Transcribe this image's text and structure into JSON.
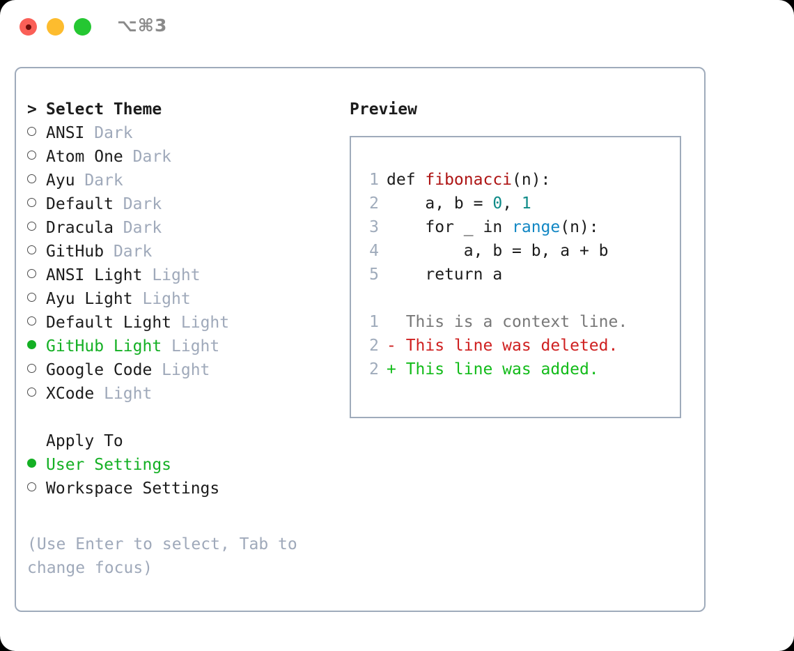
{
  "window": {
    "title": "⌥⌘3",
    "traffic_lights": [
      "close-red",
      "minimize-yellow",
      "maximize-green"
    ],
    "colors": {
      "red": "#fa5f57",
      "yellow": "#fdbc2e",
      "green": "#25c732",
      "border": "#9fabbb",
      "accent_green": "#14b024",
      "muted": "#9fa9ba"
    }
  },
  "theme_list": {
    "header": "Select Theme",
    "header_marker": ">",
    "items": [
      {
        "name": "ANSI",
        "variant": "Dark",
        "selected": false
      },
      {
        "name": "Atom One",
        "variant": "Dark",
        "selected": false
      },
      {
        "name": "Ayu",
        "variant": "Dark",
        "selected": false
      },
      {
        "name": "Default",
        "variant": "Dark",
        "selected": false
      },
      {
        "name": "Dracula",
        "variant": "Dark",
        "selected": false
      },
      {
        "name": "GitHub",
        "variant": "Dark",
        "selected": false
      },
      {
        "name": "ANSI Light",
        "variant": "Light",
        "selected": false
      },
      {
        "name": "Ayu Light",
        "variant": "Light",
        "selected": false
      },
      {
        "name": "Default Light",
        "variant": "Light",
        "selected": false
      },
      {
        "name": "GitHub Light",
        "variant": "Light",
        "selected": true
      },
      {
        "name": "Google Code",
        "variant": "Light",
        "selected": false
      },
      {
        "name": "XCode",
        "variant": "Light",
        "selected": false
      }
    ]
  },
  "apply_to": {
    "header": "Apply To",
    "options": [
      {
        "name": "User Settings",
        "selected": true
      },
      {
        "name": "Workspace Settings",
        "selected": false
      }
    ]
  },
  "hint": "(Use Enter to select, Tab to change focus)",
  "preview": {
    "title": "Preview",
    "code_lines": [
      {
        "no": "1",
        "segments": [
          {
            "text": "def ",
            "cls": "codetext"
          },
          {
            "text": "fibonacci",
            "cls": "tok-fn"
          },
          {
            "text": "(n):",
            "cls": "codetext"
          }
        ]
      },
      {
        "no": "2",
        "segments": [
          {
            "text": "    a, b = ",
            "cls": "codetext"
          },
          {
            "text": "0",
            "cls": "tok-num"
          },
          {
            "text": ", ",
            "cls": "codetext"
          },
          {
            "text": "1",
            "cls": "tok-num"
          }
        ]
      },
      {
        "no": "3",
        "segments": [
          {
            "text": "    for _ in ",
            "cls": "codetext"
          },
          {
            "text": "range",
            "cls": "tok-blue"
          },
          {
            "text": "(n):",
            "cls": "codetext"
          }
        ]
      },
      {
        "no": "4",
        "segments": [
          {
            "text": "        a, b = b, a + b",
            "cls": "codetext"
          }
        ]
      },
      {
        "no": "5",
        "segments": [
          {
            "text": "    return a",
            "cls": "codetext"
          }
        ]
      }
    ],
    "diff_lines": [
      {
        "no": "1",
        "text": "  This is a context line.",
        "cls": "diff-ctx"
      },
      {
        "no": "2",
        "text": "- This line was deleted.",
        "cls": "diff-del"
      },
      {
        "no": "2",
        "text": "+ This line was added.",
        "cls": "diff-add"
      }
    ]
  }
}
